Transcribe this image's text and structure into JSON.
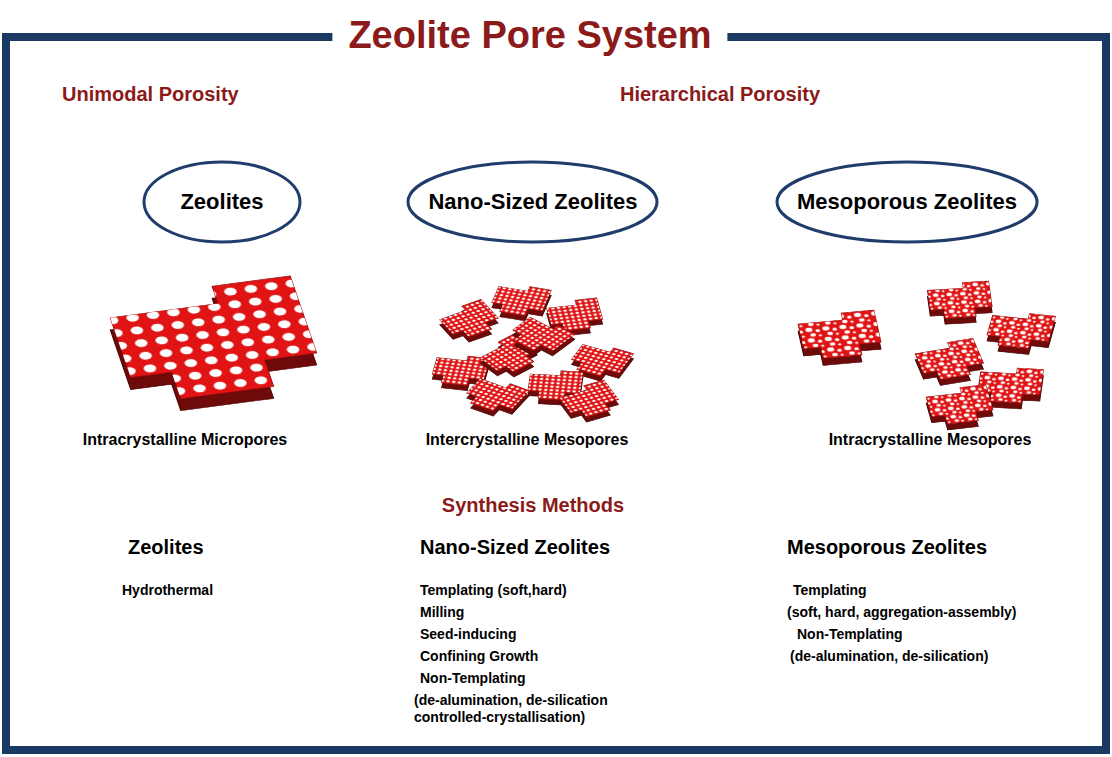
{
  "diagram": {
    "title": "Zeolite Pore System",
    "nodes": [
      {
        "text": [
          "Zeolites"
        ]
      },
      {
        "text": [
          "Nano-Sized Zeolites"
        ]
      },
      {
        "text": [
          "Mesoporous Zeolites"
        ]
      }
    ],
    "labels": [
      "Unimodal Porosity",
      "Hierarchical Porosity",
      "Intracrystalline Micropores",
      "Intercrystalline Mesopores",
      "Intracrystalline Mesopores",
      "Synthesis Methods",
      "Zeolites",
      "Hydrothermal",
      "Nano-Sized Zeolites",
      "Templating (soft,hard)",
      "Milling",
      "Seed-inducing",
      "Confining Growth",
      "Non-Templating",
      "(de-alumination, de-silication controlled-crystallisation)",
      "Mesoporous Zeolites",
      "Templating",
      "(soft, hard, aggregation-assembly)",
      "Non-Templating",
      "(de-alumination, de-silication)"
    ]
  }
}
